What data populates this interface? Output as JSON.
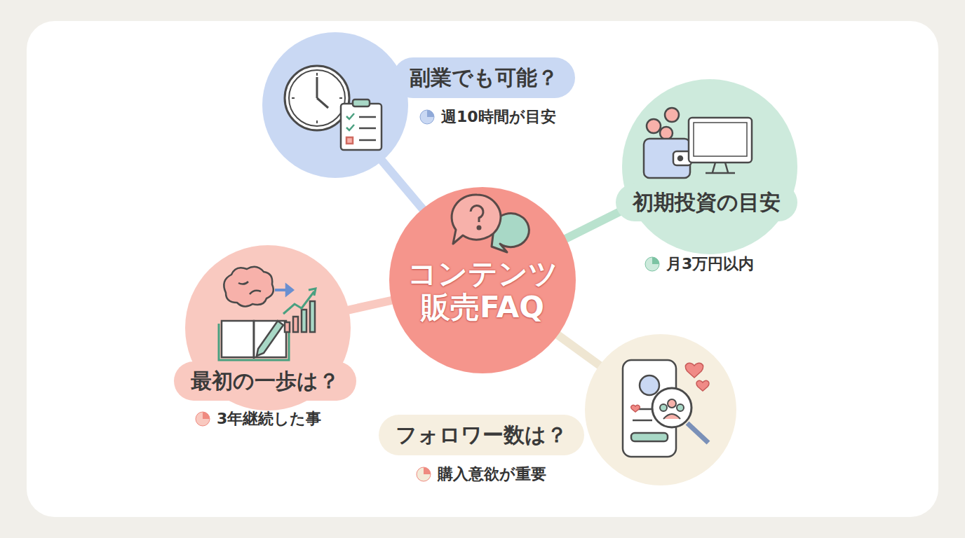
{
  "diagram": {
    "nodes": [
      {
        "text": [
          "コンテンツ 販売FAQ"
        ]
      },
      {
        "text": [
          "副業でも可能？",
          "週10時間が目安"
        ]
      },
      {
        "text": [
          "初期投資の目安",
          "月3万円以内"
        ]
      },
      {
        "text": [
          "最初の一歩は？",
          "3年継続した事"
        ]
      },
      {
        "text": [
          "フォロワー数は？",
          "購入意欲が重要"
        ]
      }
    ],
    "edges": [
      {
        "from": 0,
        "to": 1,
        "arrow": "none"
      },
      {
        "from": 0,
        "to": 2,
        "arrow": "none"
      },
      {
        "from": 0,
        "to": 3,
        "arrow": "none"
      },
      {
        "from": 0,
        "to": 4,
        "arrow": "none"
      }
    ]
  }
}
